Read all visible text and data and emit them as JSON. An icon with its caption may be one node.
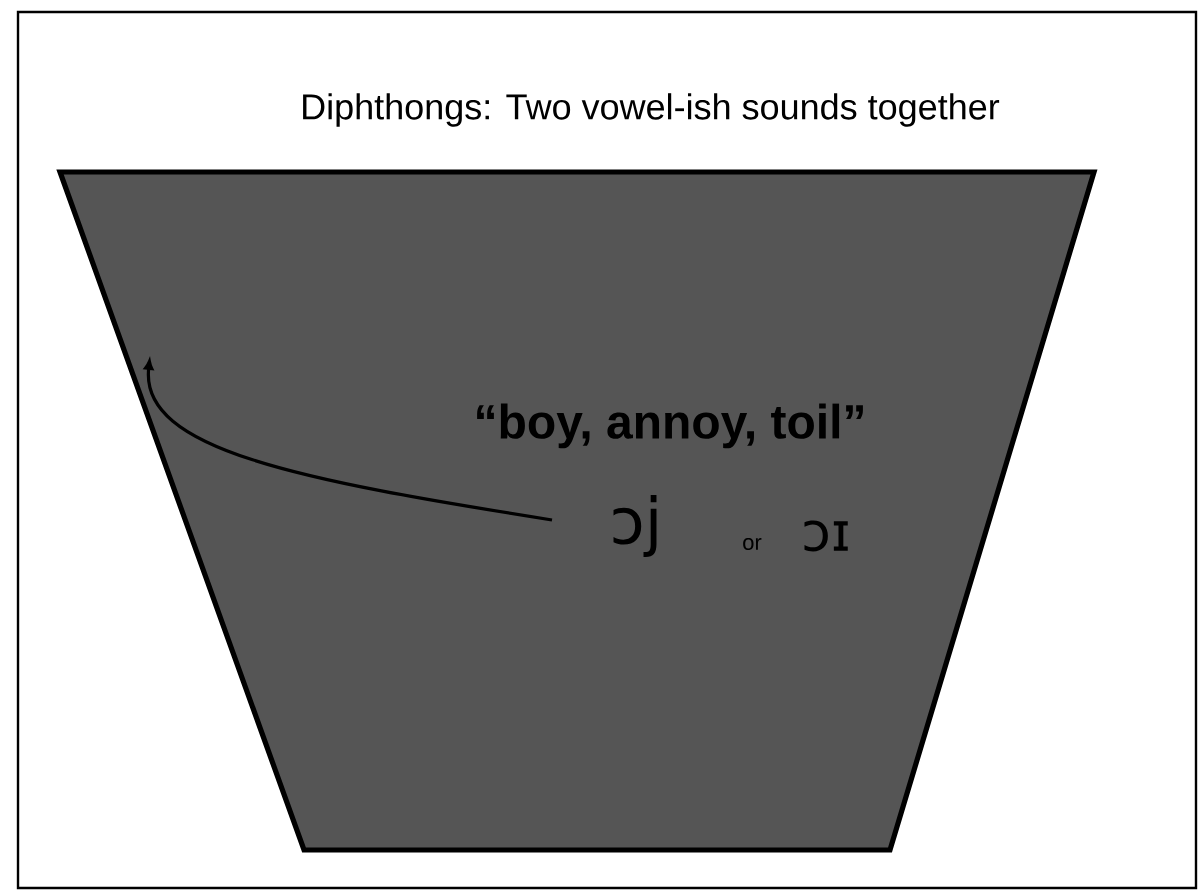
{
  "diagram": {
    "title": "Diphthongs: Two vowel-ish sounds together",
    "nodes": [
      {
        "text": [
          "“boy, annoy, toil”",
          "ɔj",
          "or",
          "ɔɪ"
        ]
      }
    ]
  }
}
